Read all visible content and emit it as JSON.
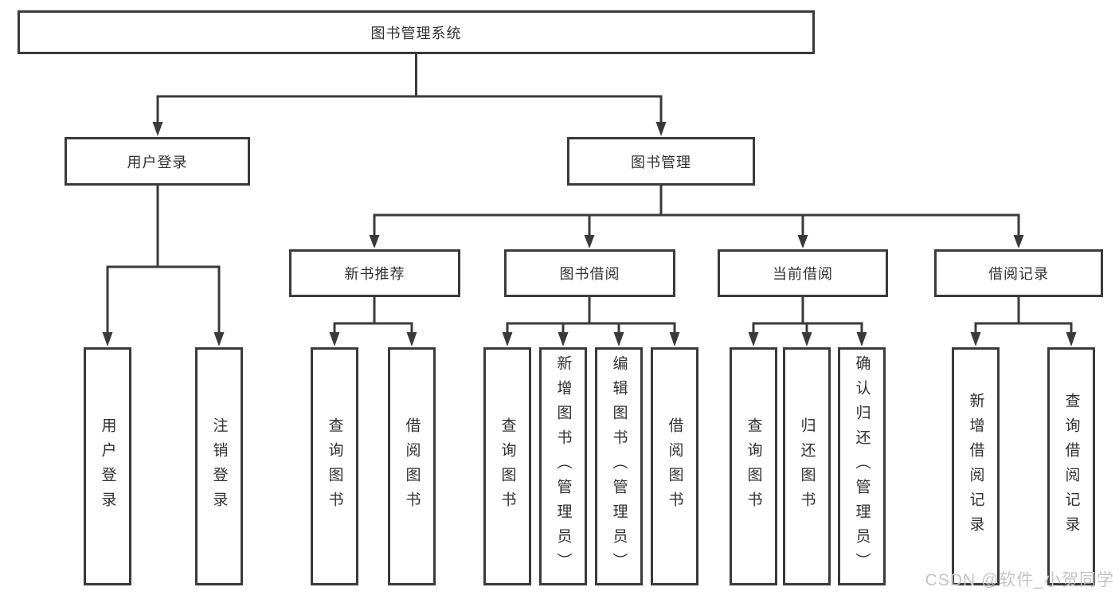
{
  "diagram_type": "hierarchy-tree",
  "colors": {
    "line": "#3a3a3a",
    "box_border": "#3a3a3a",
    "box_background": "#ffffff",
    "text": "#303030",
    "watermark": "#c4c4c4"
  },
  "tree": {
    "label": "图书管理系统",
    "children": [
      {
        "label": "用户登录",
        "children": [
          {
            "label": "用户登录"
          },
          {
            "label": "注销登录"
          }
        ]
      },
      {
        "label": "图书管理",
        "children": [
          {
            "label": "新书推荐",
            "children": [
              {
                "label": "查询图书"
              },
              {
                "label": "借阅图书"
              }
            ]
          },
          {
            "label": "图书借阅",
            "children": [
              {
                "label": "查询图书"
              },
              {
                "label": "新增图书（管理员）"
              },
              {
                "label": "编辑图书（管理员）"
              },
              {
                "label": "借阅图书"
              }
            ]
          },
          {
            "label": "当前借阅",
            "children": [
              {
                "label": "查询图书"
              },
              {
                "label": "归还图书"
              },
              {
                "label": "确认归还（管理员）"
              }
            ]
          },
          {
            "label": "借阅记录",
            "children": [
              {
                "label": "新增借阅记录"
              },
              {
                "label": "查询借阅记录"
              }
            ]
          }
        ]
      }
    ]
  },
  "watermark": {
    "text": "CSDN @软件_小贺同学"
  }
}
